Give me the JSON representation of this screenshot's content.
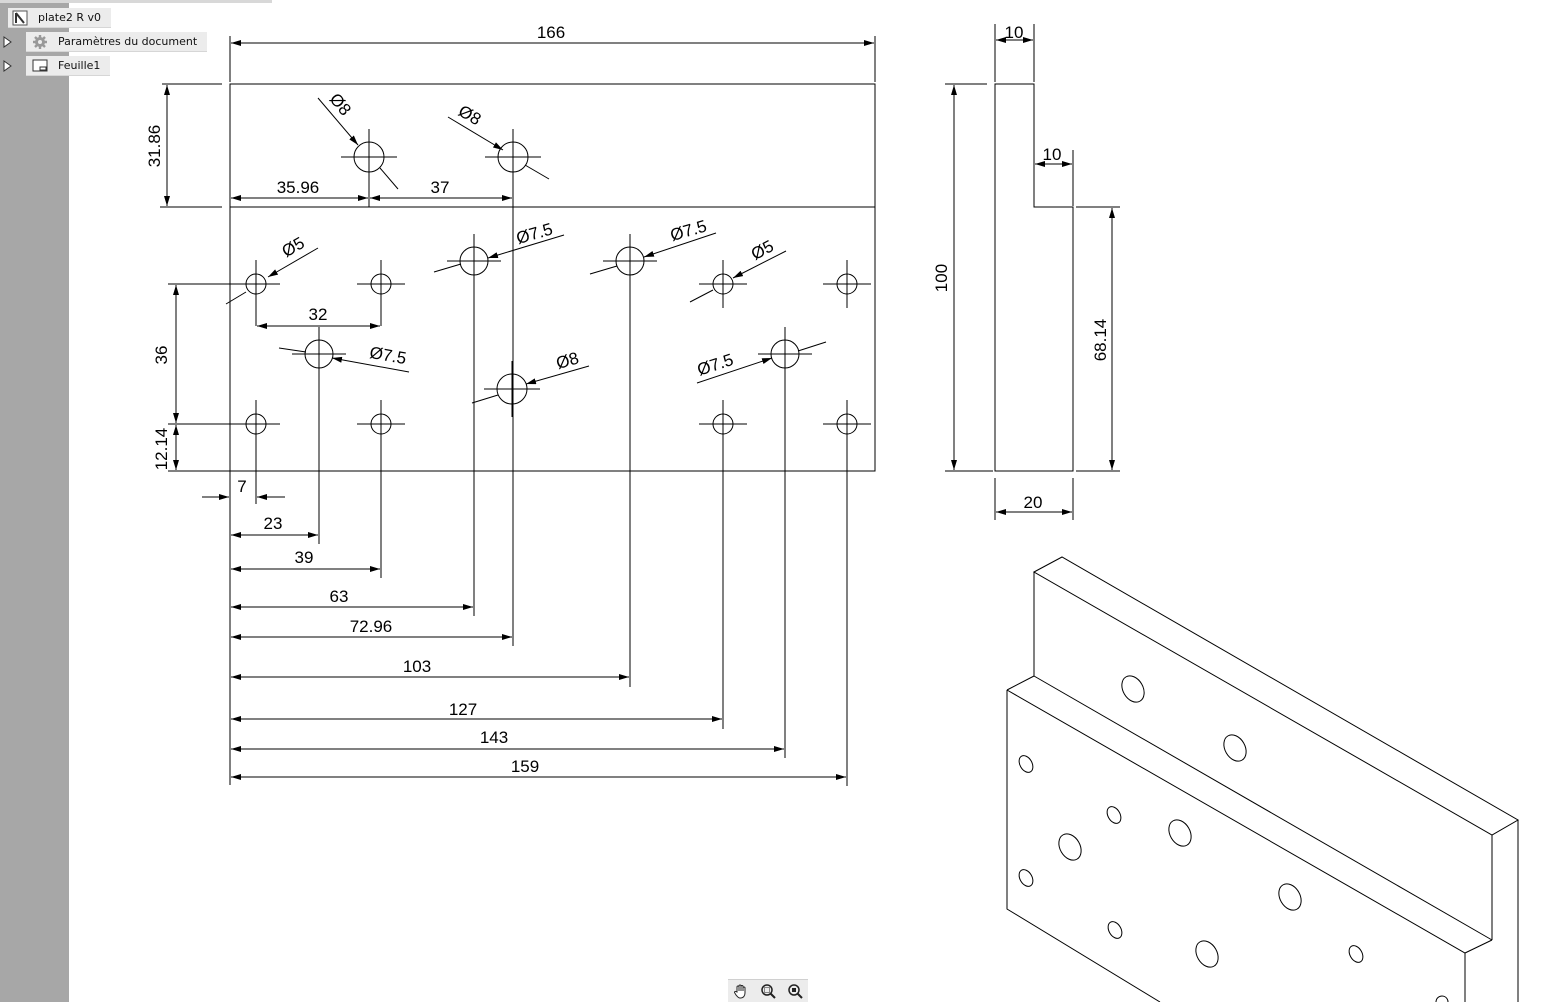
{
  "tree": {
    "items": [
      {
        "label": "plate2 R v0",
        "icon": "page-icon"
      },
      {
        "label": "Paramètres du document",
        "icon": "gear-icon"
      },
      {
        "label": "Feuille1",
        "icon": "sheet-icon"
      }
    ]
  },
  "dimensions": {
    "overall_width": "166",
    "top_band_height": "31.86",
    "upper_hole_x": "35.96",
    "upper_hole_spacing": "37",
    "dia_8a": "Ø8",
    "dia_8b": "Ø8",
    "dia_8c": "Ø8",
    "dia_5a": "Ø5",
    "dia_5b": "Ø5",
    "dia_75a": "Ø7.5",
    "dia_75b": "Ø7.5",
    "dia_75c": "Ø7.5",
    "dia_75d": "Ø7.5",
    "hole_pitch": "32",
    "vertical_36": "36",
    "vertical_1214": "12.14",
    "x_7": "7",
    "x_23": "23",
    "x_39": "39",
    "x_63": "63",
    "x_7296": "72.96",
    "x_103": "103",
    "x_127": "127",
    "x_143": "143",
    "x_159": "159",
    "side_top_width": "10",
    "side_step": "10",
    "side_height": "100",
    "side_lower_height": "68.14",
    "side_base_width": "20"
  },
  "toolbar": {
    "tools": [
      "hand-tool-icon",
      "zoom-window-icon",
      "zoom-fit-icon"
    ]
  }
}
